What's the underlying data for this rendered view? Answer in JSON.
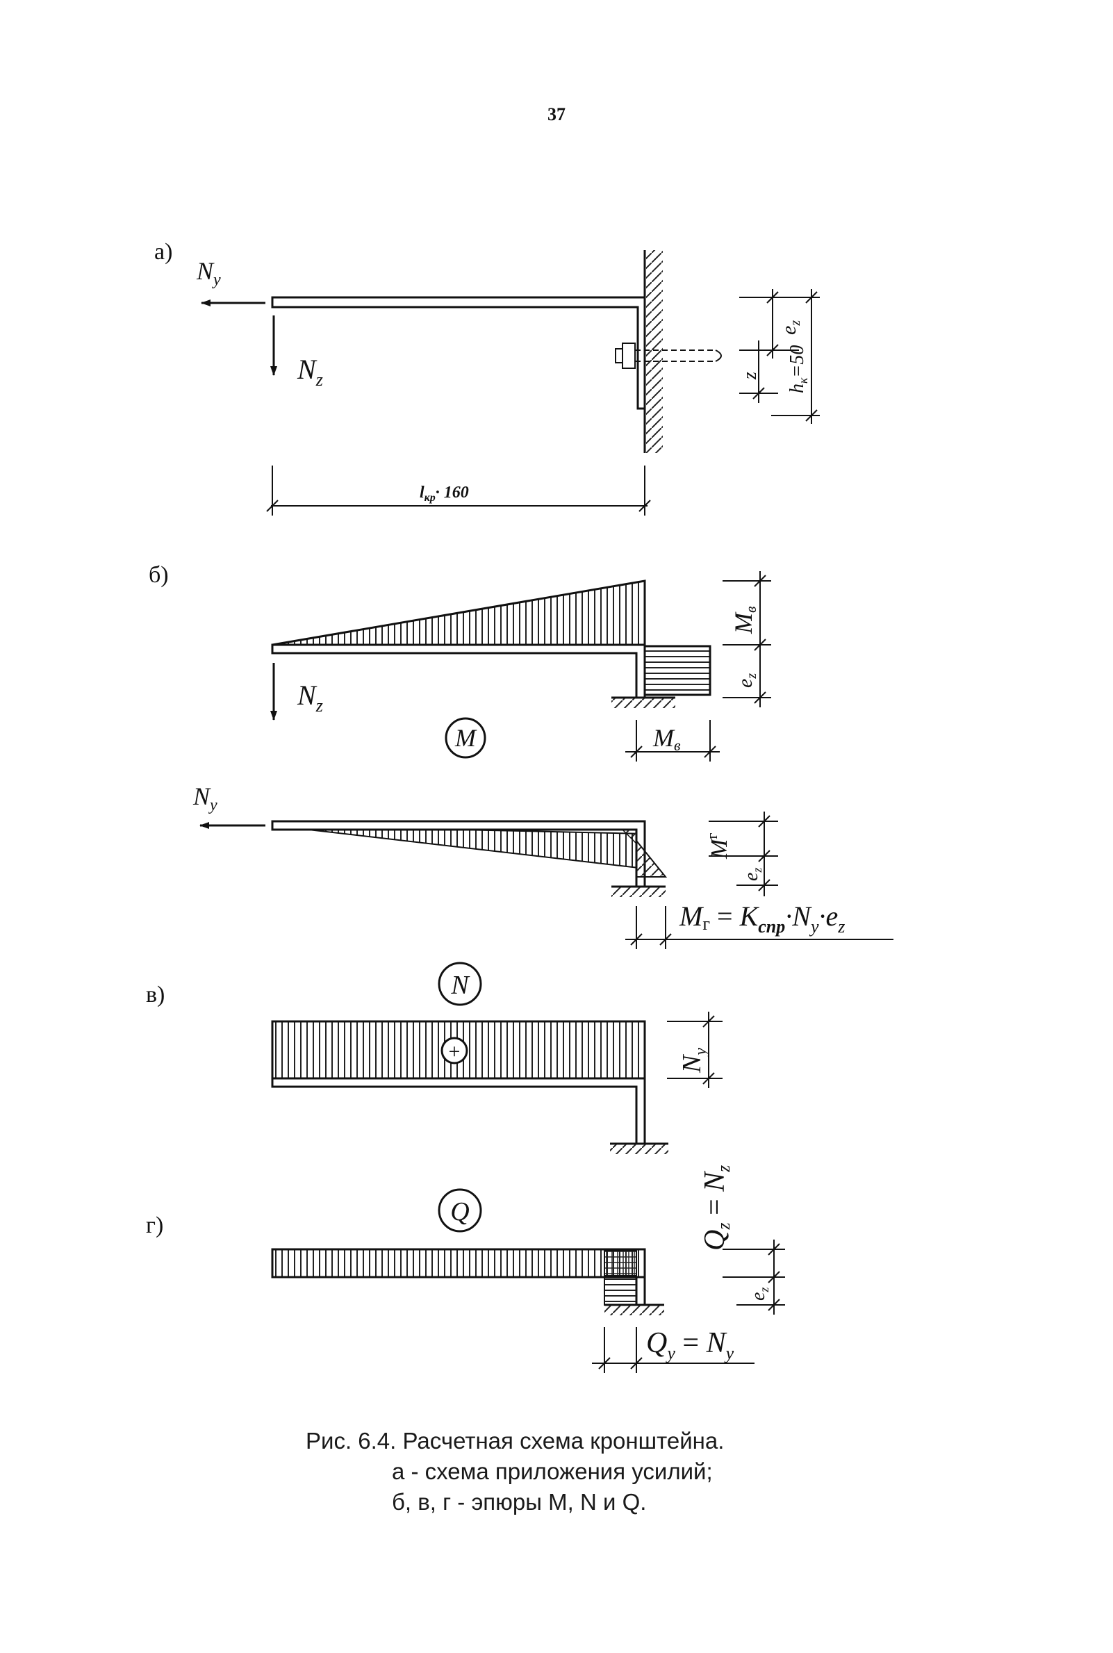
{
  "page_number": "37",
  "panels": {
    "a": {
      "label": "а)",
      "force_y": "N",
      "force_y_sub": "y",
      "force_z": "N",
      "force_z_sub": "z",
      "dim_ez": "e",
      "dim_ez_sub": "z",
      "dim_z": "z",
      "dim_hk": "h",
      "dim_hk_sub": "к",
      "dim_hk_val": "=50",
      "dim_len": "l",
      "dim_len_sub": "кр",
      "dim_len_val": "· 160"
    },
    "b": {
      "label": "б)",
      "force_z": "N",
      "force_z_sub": "z",
      "circle_label": "M",
      "dim_mv": "M",
      "dim_mv_sub": "в",
      "dim_ez": "e",
      "dim_ez_sub": "z",
      "force_y": "N",
      "force_y_sub": "y",
      "dim_mg": "M",
      "dim_mg_sub": "г",
      "formula_lhs": "M",
      "formula_lhs_sub": "г",
      "formula_eq": " = ",
      "formula_k": "K",
      "formula_k_sub": "cnp",
      "formula_dot1": "·",
      "formula_n": "N",
      "formula_n_sub": "y",
      "formula_dot2": "·",
      "formula_e": "e",
      "formula_e_sub": "z"
    },
    "v": {
      "label": "в)",
      "circle_label": "N",
      "plus_sign": "+",
      "dim_ny": "N",
      "dim_ny_sub": "y"
    },
    "g": {
      "label": "г)",
      "circle_label": "Q",
      "qz_q": "Q",
      "qz_q_sub": "z",
      "qz_eq": " = ",
      "qz_n": "N",
      "qz_n_sub": "z",
      "dim_ez": "e",
      "dim_ez_sub": "z",
      "qy_q": "Q",
      "qy_q_sub": "y",
      "qy_eq": " = ",
      "qy_n": "N",
      "qy_n_sub": "y"
    }
  },
  "caption": {
    "line1": "Рис. 6.4.  Расчетная  схема  кронштейна.",
    "line2": "а - схема  приложения  усилий;",
    "line3": "б, в, г - эпюры  M, N и Q."
  }
}
